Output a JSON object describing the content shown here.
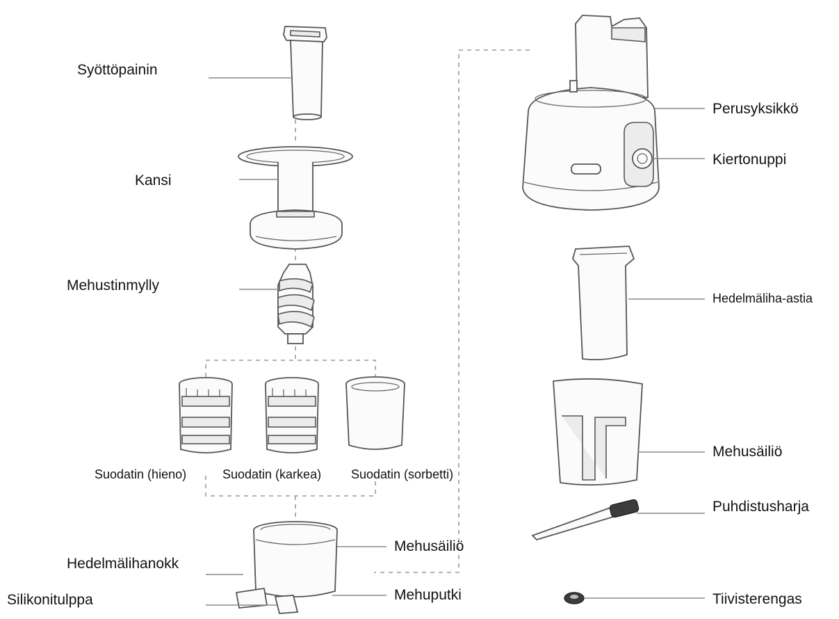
{
  "labels": {
    "feeder": "Syöttöpainin",
    "lid": "Kansi",
    "auger": "Mehustinmylly",
    "filter_fine": "Suodatin (hieno)",
    "filter_coarse": "Suodatin (karkea)",
    "filter_sorbet": "Suodatin (sorbetti)",
    "juice_bowl": "Mehusäiliö",
    "pulp_spout": "Hedelmälihanokk",
    "juice_spout": "Mehuputki",
    "silicone_plug": "Silikonitulppa",
    "base_unit": "Perusyksikkö",
    "knob": "Kiertonuppi",
    "pulp_cup": "Hedelmäliha-astia",
    "juice_cup": "Mehusäiliö",
    "brush": "Puhdistusharja",
    "seal_ring": "Tiivisterengas"
  },
  "colors": {
    "text": "#111111",
    "leader": "#8a8a8a",
    "outline": "#555555"
  }
}
